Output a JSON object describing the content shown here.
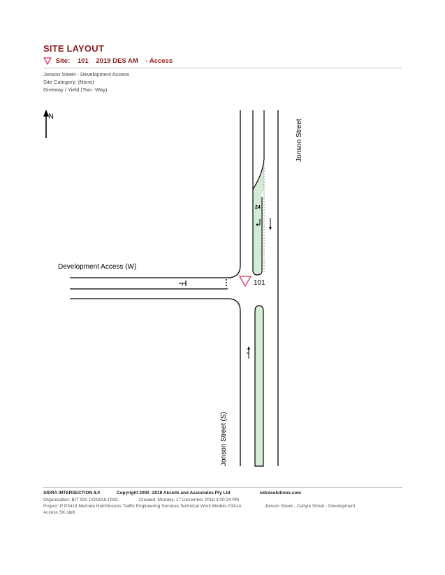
{
  "header": {
    "title": "SITE LAYOUT",
    "site_prefix": "Site:",
    "site_id": "101",
    "site_scenario": "2019 DES AM",
    "site_name": "- Access"
  },
  "info": {
    "line1": "Jonson Street - Development Access",
    "line2": "Site Category: (None)",
    "line3": "Giveway / Yield (Two      -Way)"
  },
  "diagram": {
    "north_label": "N",
    "road_east_label": "Jonson Street",
    "road_west_label": "Development Access (W)",
    "road_south_label": "Jonson Street (S)",
    "site_marker_label": "101",
    "lane_length_label": "24",
    "colors": {
      "median": "#d4ebd6",
      "road_line": "#000000",
      "give_way": "#d9385a"
    }
  },
  "footer": {
    "line1_left": "SIDRA INTERSECTION 8.0",
    "line1_copyright": "Copyright      2000     -2018 Akcelik and Associates Pty Ltd",
    "line1_right": "sidrasolutions.com",
    "line2_left": "Organisation: BIT     IDS CONSULTING",
    "line2_created": "Created: Monday, 17 December 2018 3:00:24 PM",
    "line3_left": "Project:     P     P3414 Mercato Hutchinsons Traffic Engineering Services    Technical Work    Models    P3414",
    "line3_right": "Jonson Street     - Carlyle     Street     - Development",
    "line4_left": "Access SK.sip8"
  }
}
